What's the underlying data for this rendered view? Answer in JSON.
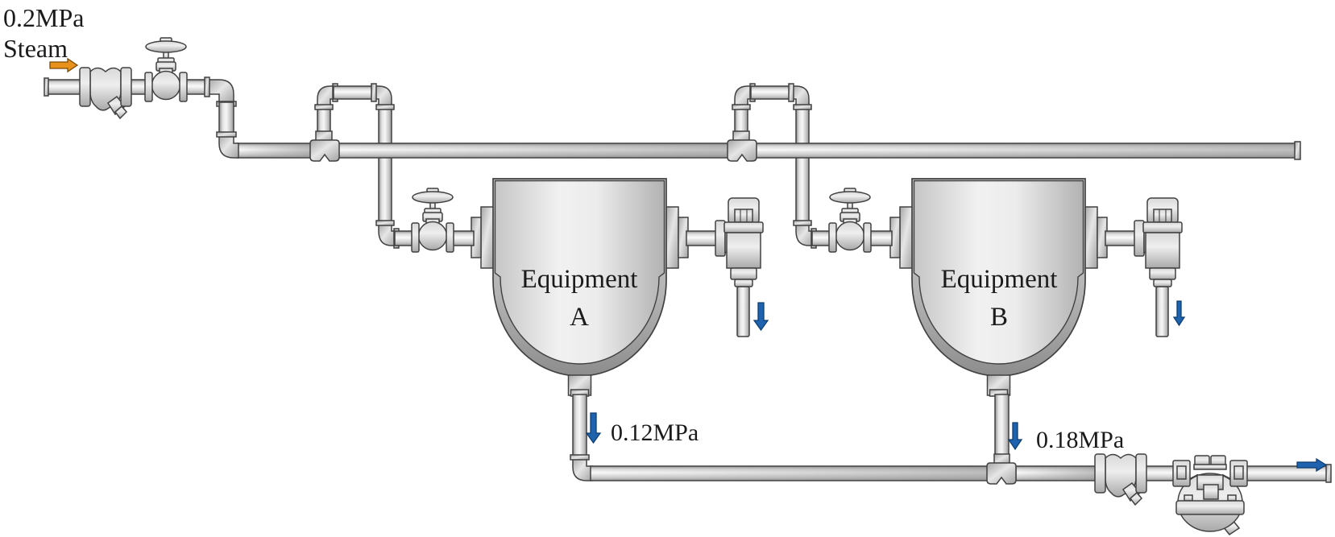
{
  "diagram": {
    "inlet": {
      "pressure": "0.2MPa",
      "medium": "Steam"
    },
    "equipment_a": {
      "line1": "Equipment",
      "line2": "A",
      "outlet_pressure": "0.12MPa"
    },
    "equipment_b": {
      "line1": "Equipment",
      "line2": "B",
      "outlet_pressure": "0.18MPa"
    }
  },
  "icons": {
    "steam_flow_arrow": "right-arrow",
    "vent_a_arrow": "down-arrow",
    "vent_b_arrow": "down-arrow",
    "drain_a_arrow": "down-arrow",
    "drain_b_arrow": "down-arrow",
    "condensate_outlet_arrow": "right-arrow"
  },
  "colors": {
    "steam_arrow": "#e8921c",
    "condensate_arrow": "#1f63ae",
    "pipe_outline": "#414141",
    "label_text": "#1b1b1b",
    "background": "#ffffff"
  }
}
